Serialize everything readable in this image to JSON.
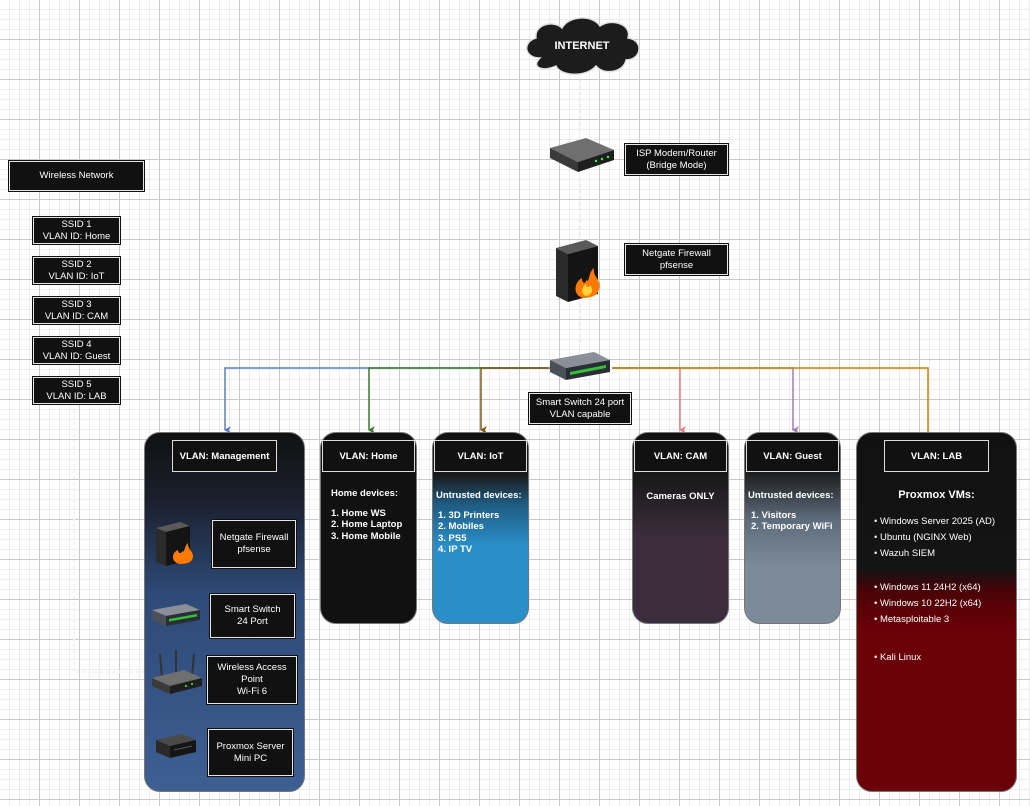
{
  "internet": {
    "label": "INTERNET"
  },
  "wireless": {
    "title": "Wireless Network",
    "ssids": [
      {
        "line1": "SSID 1",
        "line2": "VLAN ID: Home"
      },
      {
        "line1": "SSID 2",
        "line2": "VLAN ID: IoT"
      },
      {
        "line1": "SSID 3",
        "line2": "VLAN ID: CAM"
      },
      {
        "line1": "SSID 4",
        "line2": "VLAN ID: Guest"
      },
      {
        "line1": "SSID 5",
        "line2": "VLAN ID: LAB"
      }
    ]
  },
  "core": {
    "modem": {
      "line1": "ISP Modem/Router",
      "line2": "(Bridge Mode)"
    },
    "firewall": {
      "line1": "Netgate Firewall",
      "line2": "pfsense"
    },
    "switch": {
      "line1": "Smart Switch 24 port",
      "line2": "VLAN capable"
    }
  },
  "colors": {
    "management": "#5b7fc0",
    "home": "#3e7a2e",
    "iot": "#7a5a12",
    "cam": "#e08080",
    "guest": "#a07ab8",
    "lab": "#b8860b",
    "lab_fill": "#6a0008",
    "iot_fill": "#2a8fc9",
    "guest_fill": "#7d8a9a",
    "cam_fill": "#3c2d3d",
    "management_fill": "#3d5f93"
  },
  "vlans": {
    "management": {
      "title": "VLAN: Management",
      "devices": [
        {
          "line1": "Netgate Firewall",
          "line2": "pfsense"
        },
        {
          "line1": "Smart Switch",
          "line2": "24 Port"
        },
        {
          "line1": "Wireless Access",
          "line2": "Point",
          "line3": "Wi-Fi 6"
        },
        {
          "line1": "Proxmox Server",
          "line2": "Mini PC"
        }
      ]
    },
    "home": {
      "title": "VLAN: Home",
      "heading": "Home devices:",
      "items": [
        "1. Home WS",
        "2. Home Laptop",
        "3. Home Mobile"
      ]
    },
    "iot": {
      "title": "VLAN: IoT",
      "heading": "Untrusted devices:",
      "items": [
        "1. 3D Printers",
        "2. Mobiles",
        "3. PS5",
        "4. IP TV"
      ]
    },
    "cam": {
      "title": "VLAN: CAM",
      "heading": "Cameras ONLY"
    },
    "guest": {
      "title": "VLAN: Guest",
      "heading": "Untrusted devices:",
      "items": [
        "1. Visitors",
        "2. Temporary WiFi"
      ]
    },
    "lab": {
      "title": "VLAN: LAB",
      "heading": "Proxmox VMs:",
      "items": [
        "• Windows Server 2025 (AD)",
        "• Ubuntu (NGINX Web)",
        "• Wazuh SIEM",
        "• Windows 11 24H2 (x64)",
        "• Windows 10 22H2 (x64)",
        "• Metasploitable 3",
        "• Kali Linux"
      ]
    }
  }
}
